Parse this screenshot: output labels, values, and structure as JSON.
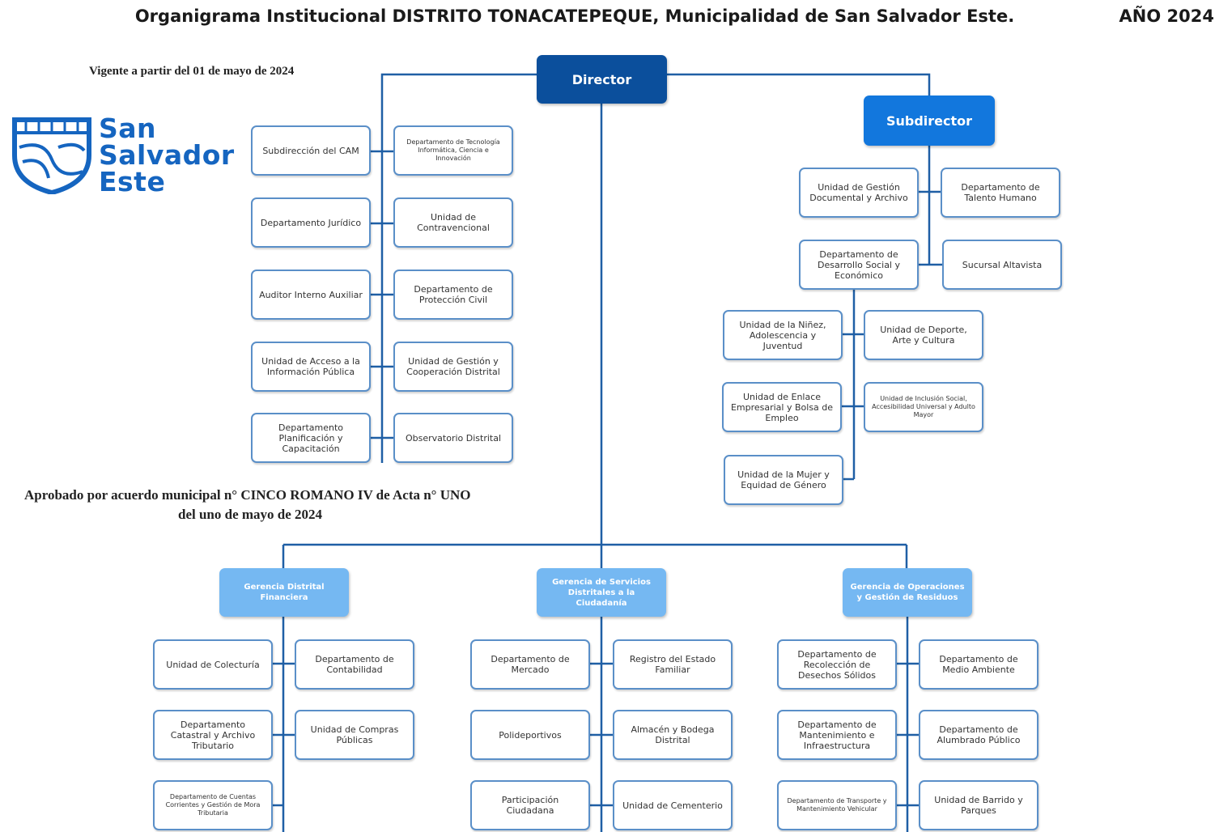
{
  "header": {
    "title": "Organigrama Institucional DISTRITO TONACATEPEQUE, Municipalidad de San Salvador Este.",
    "year": "AÑO 2024",
    "vigente": "Vigente a partir del 01 de mayo de 2024",
    "aprobado_line1": "Aprobado por acuerdo municipal n° CINCO ROMANO IV de Acta n° UNO",
    "aprobado_line2": "del uno de mayo de 2024"
  },
  "logo": {
    "line1": "San",
    "line2": "Salvador",
    "line3": "Este",
    "color": "#1565c0"
  },
  "colors": {
    "dark": "#0b4f9c",
    "mid": "#1277dd",
    "light": "#75b8f2",
    "line": "#1f5fa5",
    "border": "#5a8fc8"
  },
  "director": "Director",
  "subdirector": "Subdirector",
  "director_units": [
    "Subdirección del CAM",
    "Departamento de Tecnología Informática, Ciencia e Innovación",
    "Departamento Jurídico",
    "Unidad de Contravencional",
    "Auditor Interno Auxiliar",
    "Departamento de Protección Civil",
    "Unidad de Acceso a la Información Pública",
    "Unidad de Gestión y Cooperación Distrital",
    "Departamento Planificación y Capacitación",
    "Observatorio Distrital"
  ],
  "subdirector_units": [
    "Unidad de Gestión Documental y Archivo",
    "Departamento de Talento Humano",
    "Departamento de Desarrollo Social y Económico",
    "Sucursal Altavista"
  ],
  "social_units": [
    "Unidad de la Niñez, Adolescencia y Juventud",
    "Unidad de Deporte, Arte y Cultura",
    "Unidad de Enlace Empresarial y Bolsa de Empleo",
    "Unidad de Inclusión Social, Accesibilidad Universal y Adulto Mayor",
    "Unidad de la Mujer y Equidad de Género"
  ],
  "gerencias": [
    {
      "name": "Gerencia Distrital Financiera",
      "units": [
        "Unidad de Colecturía",
        "Departamento de Contabilidad",
        "Departamento Catastral y Archivo Tributario",
        "Unidad de Compras Públicas",
        "Departamento de Cuentas Corrientes y Gestión de Mora Tributaria"
      ]
    },
    {
      "name": "Gerencia de Servicios Distritales a la Ciudadanía",
      "units": [
        "Departamento de Mercado",
        "Registro del Estado Familiar",
        "Polideportivos",
        "Almacén y Bodega Distrital",
        "Participación Ciudadana",
        "Unidad de Cementerio"
      ]
    },
    {
      "name": "Gerencia de Operaciones y Gestión de Residuos",
      "units": [
        "Departamento de Recolección de Desechos Sólidos",
        "Departamento de Medio Ambiente",
        "Departamento de Mantenimiento e Infraestructura",
        "Departamento de Alumbrado Público",
        "Departamento de Transporte y Mantenimiento Vehicular",
        "Unidad de Barrido y Parques"
      ]
    }
  ]
}
